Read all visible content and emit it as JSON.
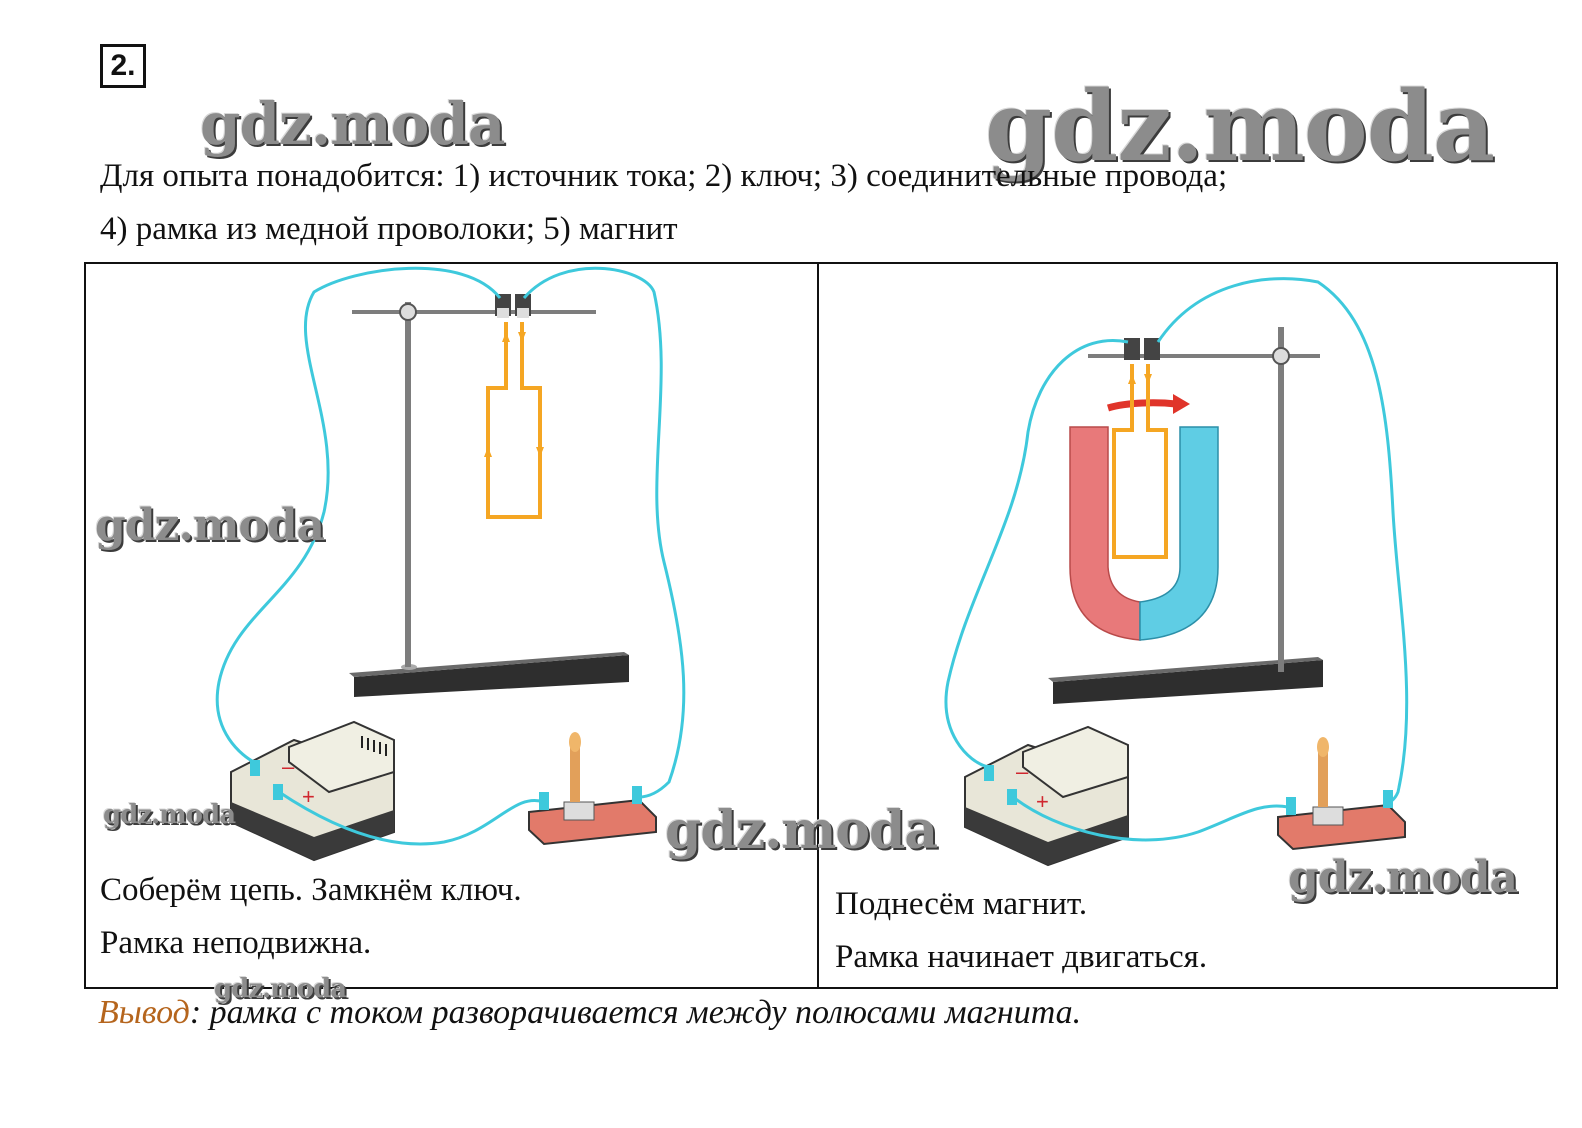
{
  "task_number": "2.",
  "intro": {
    "line1": "Для опыта понадобится: 1) источник тока; 2) ключ; 3) соединительные провода;",
    "line2": "4) рамка из медной проволоки; 5) магнит"
  },
  "panels": [
    {
      "caption_line1": "Соберём цепь. Замкнём ключ.",
      "caption_line2": "Рамка неподвижна."
    },
    {
      "caption_line1": "Поднесём магнит.",
      "caption_line2": "Рамка начинает двигаться."
    }
  ],
  "battery_labels": {
    "minus": "–",
    "plus": "+"
  },
  "conclusion": {
    "lead": "Вывод",
    "text": ": рамка с током разворачивается между полюсами магнита."
  },
  "watermark": "gdz.moda",
  "colors": {
    "wire": "#3ec9dc",
    "frame": "#f5a623",
    "magnet_north": "#e8797a",
    "magnet_south": "#5fcde4",
    "arrow": "#e0342a",
    "conclusion_lead": "#b5651d"
  }
}
